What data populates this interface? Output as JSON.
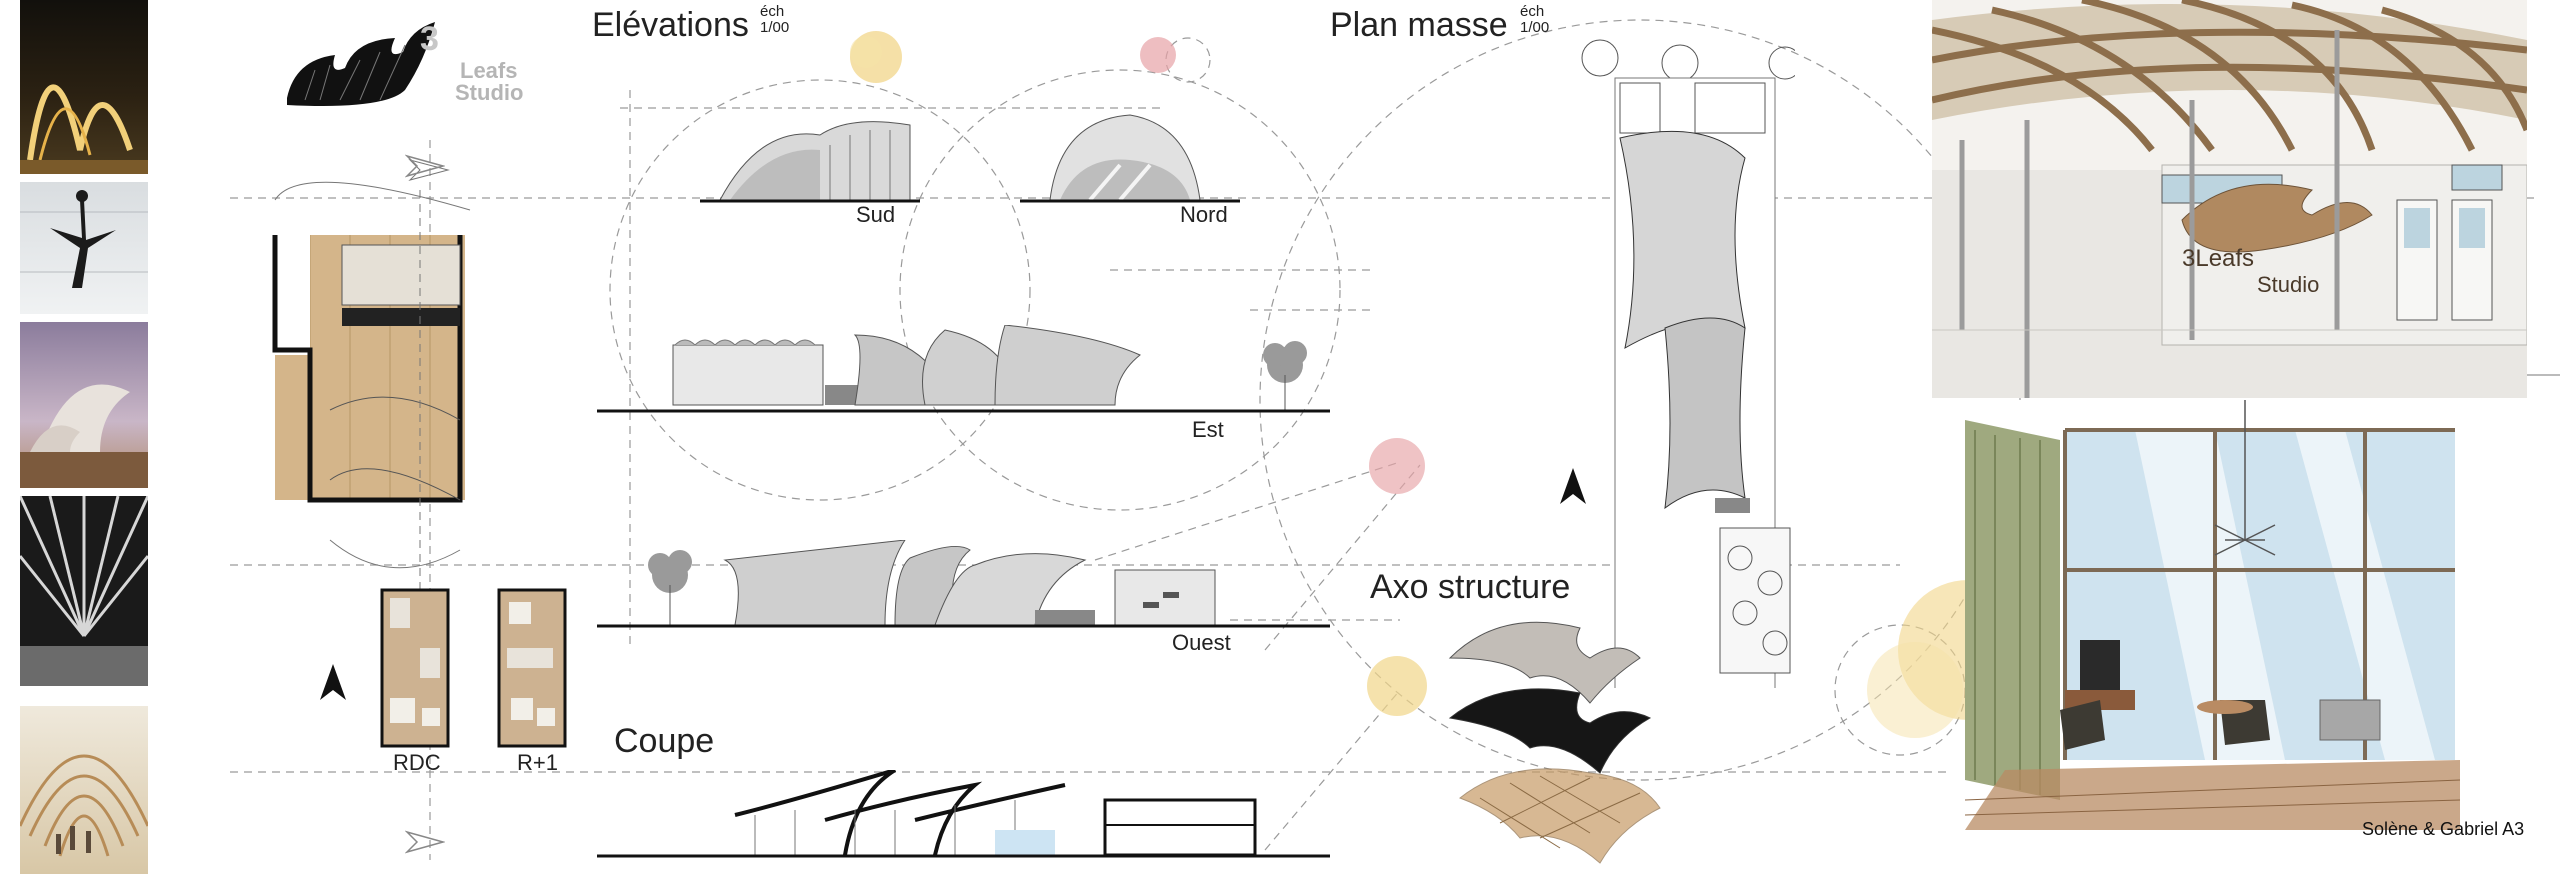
{
  "logo": {
    "number": "3",
    "line1": "Leafs",
    "line2": "Studio"
  },
  "sections": {
    "elevations": {
      "title": "Elévations",
      "scale_label": "éch",
      "scale_value": "1/00"
    },
    "plan_masse": {
      "title": "Plan masse",
      "scale_label": "éch",
      "scale_value": "1/00"
    },
    "axo": {
      "title": "Axo structure"
    },
    "coupe": {
      "title": "Coupe"
    }
  },
  "elevation_labels": {
    "sud": "Sud",
    "nord": "Nord",
    "est": "Est",
    "ouest": "Ouest"
  },
  "floor_labels": {
    "rdc": "RDC",
    "r1": "R+1"
  },
  "interior_sign": {
    "line1": "3Leafs",
    "line2": "Studio"
  },
  "credit": "Solène & Gabriel A3",
  "reference_photos": [
    "opera-house-night",
    "dancer-silhouette",
    "opera-house-shells",
    "timber-canopy",
    "wooden-rib-tunnel"
  ],
  "colors": {
    "wood": "#c8a677",
    "accent_yellow": "#f1d689",
    "accent_pink": "#e7a3a6",
    "ink": "#1e1e1e",
    "wall_green": "#8e9a68",
    "window_blue": "#cfe3ef"
  }
}
